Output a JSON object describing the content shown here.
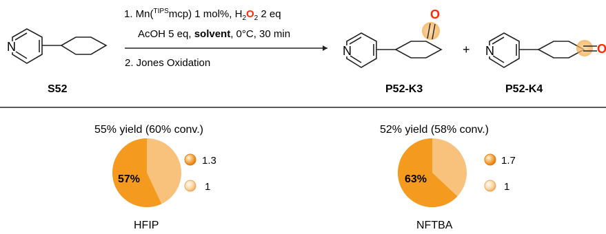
{
  "reaction": {
    "conditions": {
      "line1_prefix": "1. Mn(",
      "line1_superscript": "TIPS",
      "line1_middle": "mcp) 1 mol%, H",
      "line1_sub_h": "2",
      "line1_o": "O",
      "line1_sub_o": "2",
      "line1_suffix": " 2 eq",
      "line2_prefix": "AcOH 5 eq, ",
      "line2_bold": "solvent",
      "line2_suffix": ", 0°C, 30 min",
      "line3": "2. Jones Oxidation"
    },
    "labels": {
      "reactant": "S52",
      "product_a": "P52-K3",
      "product_b": "P52-K4"
    },
    "atoms": {
      "nitrogen": "N",
      "oxygen": "O",
      "plus": "+"
    }
  },
  "colors": {
    "orange": "#f39a1f",
    "light_orange": "#f8c27c",
    "text": "#000000",
    "line": "#222222"
  },
  "results": [
    {
      "yield_text": "55% yield (60% conv.)",
      "solvent": "HFIP",
      "main_percent_label": "57%",
      "main_fraction": 0.57,
      "legend": [
        {
          "value": "1.3",
          "color_key": "orange"
        },
        {
          "value": "1",
          "color_key": "light_orange"
        }
      ]
    },
    {
      "yield_text": "52% yield (58% conv.)",
      "solvent": "NFTBA",
      "main_percent_label": "63%",
      "main_fraction": 0.63,
      "legend": [
        {
          "value": "1.7",
          "color_key": "orange"
        },
        {
          "value": "1",
          "color_key": "light_orange"
        }
      ]
    }
  ]
}
